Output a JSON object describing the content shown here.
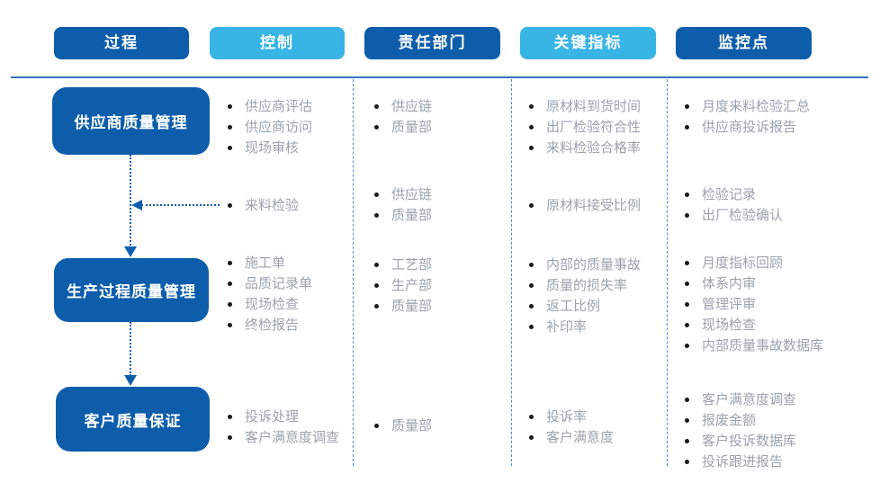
{
  "header": {
    "columns": [
      {
        "label": "过程",
        "variant": "dark"
      },
      {
        "label": "控制",
        "variant": "light"
      },
      {
        "label": "责任部门",
        "variant": "dark"
      },
      {
        "label": "关键指标",
        "variant": "light"
      },
      {
        "label": "监控点",
        "variant": "dark"
      }
    ]
  },
  "rows": [
    {
      "process": "供应商质量管理",
      "control": [
        "供应商评估",
        "供应商访问",
        "现场审核"
      ],
      "department": [
        "供应链",
        "质量部"
      ],
      "indicators": [
        "原材料到货时间",
        "出厂检验符合性",
        "来料检验合格率"
      ],
      "monitoring": [
        "月度来料检验汇总",
        "供应商投诉报告"
      ]
    },
    {
      "process": "",
      "control": [
        "来料检验"
      ],
      "department": [
        "供应链",
        "质量部"
      ],
      "indicators": [
        "原材料接受比例"
      ],
      "monitoring": [
        "检验记录",
        "出厂检验确认"
      ]
    },
    {
      "process": "生产过程质量管理",
      "control": [
        "施工单",
        "品质记录单",
        "现场检查",
        "终检报告"
      ],
      "department": [
        "工艺部",
        "生产部",
        "质量部"
      ],
      "indicators": [
        "内部的质量事故",
        "质量的损失率",
        "返工比例",
        "补印率"
      ],
      "monitoring": [
        "月度指标回顾",
        "体系内审",
        "管理评审",
        "现场检查",
        "内部质量事故数据库"
      ]
    },
    {
      "process": "客户质量保证",
      "control": [
        "投诉处理",
        "客户满意度调查"
      ],
      "department": [
        "质量部"
      ],
      "indicators": [
        "投诉率",
        "客户满意度"
      ],
      "monitoring": [
        "客户满意度调查",
        "报废金额",
        "客户投诉数据库",
        "投诉跟进报告"
      ]
    }
  ],
  "colors": {
    "dark_blue": "#0d5dab",
    "light_blue": "#38b4e5",
    "divider_line": "#2f74c0",
    "dashed_separator": "#4d8bd5",
    "bullet_text": "#9aa3ad",
    "bullet_dot": "#1a1a1a"
  }
}
